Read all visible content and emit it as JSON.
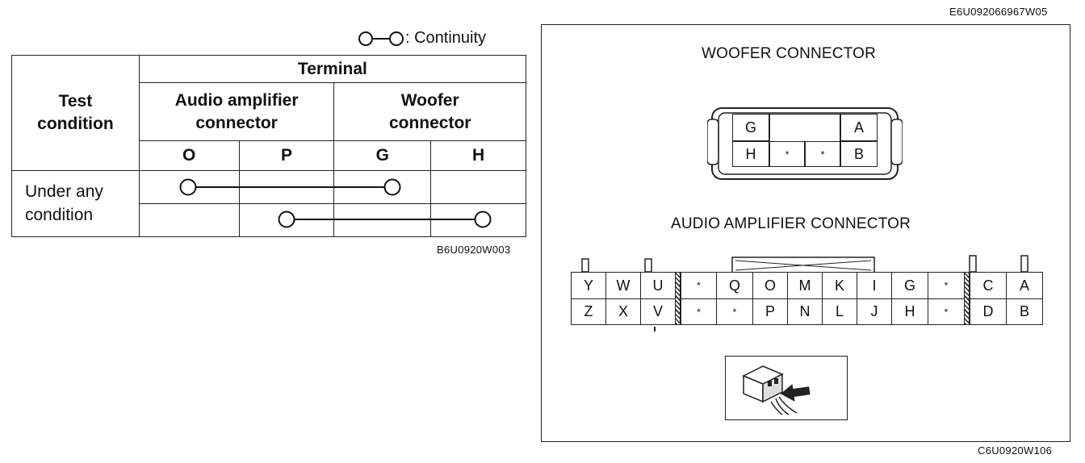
{
  "codes": {
    "top_right": "E6U092066967W05",
    "table_code": "B6U0920W003",
    "panel_code": "C6U0920W106"
  },
  "legend": {
    "label": ": Continuity"
  },
  "table": {
    "terminal_header": "Terminal",
    "test_condition_header": [
      "Test",
      "condition"
    ],
    "group_audio": [
      "Audio amplifier",
      "connector"
    ],
    "group_woofer": [
      "Woofer",
      "connector"
    ],
    "terminals": [
      "O",
      "P",
      "G",
      "H"
    ],
    "row_label": [
      "Under any",
      "condition"
    ],
    "continuity_rows": [
      {
        "from": "O",
        "to": "G"
      },
      {
        "from": "P",
        "to": "H"
      }
    ]
  },
  "woofer": {
    "title": "WOOFER CONNECTOR",
    "top_row": [
      "G",
      "",
      "",
      "A"
    ],
    "bottom_row": [
      "H",
      "*",
      "*",
      "B"
    ]
  },
  "amplifier": {
    "title": "AUDIO AMPLIFIER CONNECTOR",
    "top_row": [
      "Y",
      "W",
      "U",
      "*",
      "Q",
      "O",
      "M",
      "K",
      "I",
      "G",
      "*",
      "C",
      "A"
    ],
    "bottom_row": [
      "Z",
      "X",
      "V",
      "*",
      "*",
      "P",
      "N",
      "L",
      "J",
      "H",
      "*",
      "D",
      "B"
    ]
  },
  "icons": {
    "continuity_symbol": "ring-line-ring",
    "probe_illustration": "connector-probe-arrow"
  }
}
